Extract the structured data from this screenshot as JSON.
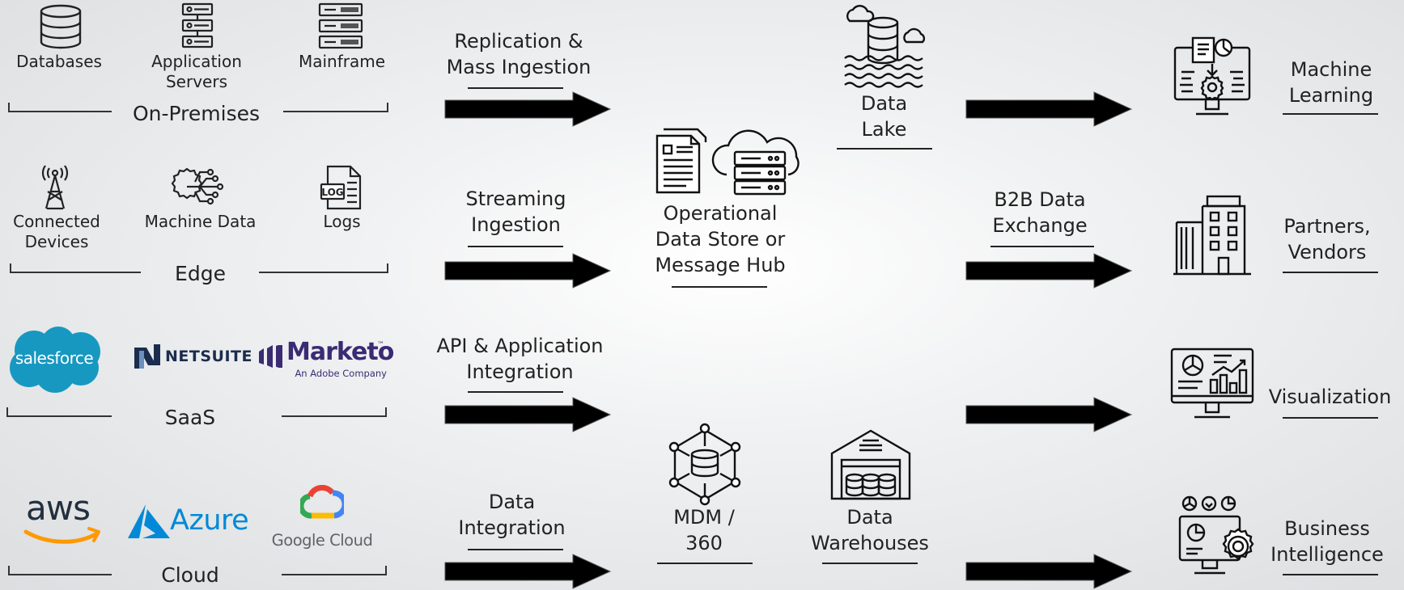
{
  "sources": {
    "onprem": {
      "group": "On-Premises",
      "items": [
        "Databases",
        "Application\nServers",
        "Mainframe"
      ]
    },
    "edge": {
      "group": "Edge",
      "items": [
        "Connected\nDevices",
        "Machine Data",
        "Logs"
      ]
    },
    "saas": {
      "group": "SaaS",
      "brands": {
        "salesforce": "salesforce",
        "netsuite": "NETSUITE",
        "marketo": "Marketo",
        "marketo_tm": "™",
        "marketo_sub": "An Adobe Company"
      }
    },
    "cloud": {
      "group": "Cloud",
      "brands": {
        "aws": "aws",
        "azure": "Azure",
        "google": "Google Cloud"
      }
    }
  },
  "ingestion": {
    "replication": "Replication &\nMass Ingestion",
    "streaming": "Streaming\nIngestion",
    "api": "API & Application\nIntegration",
    "data_integration": "Data\nIntegration"
  },
  "hubs": {
    "ods": "Operational\nData Store or\nMessage Hub",
    "mdm": "MDM /\n360",
    "lake": "Data\nLake",
    "warehouses": "Data\nWarehouses",
    "b2b": "B2B Data\nExchange"
  },
  "consumers": {
    "ml": "Machine\nLearning",
    "partners": "Partners,\nVendors",
    "viz": "Visualization",
    "bi": "Business\nIntelligence"
  },
  "colors": {
    "text": "#222222",
    "salesforce": "#1798c1",
    "netsuite_navy": "#1a2d4e",
    "marketo": "#3a2b73",
    "aws_orange": "#ff9900",
    "azure": "#0089d6"
  }
}
